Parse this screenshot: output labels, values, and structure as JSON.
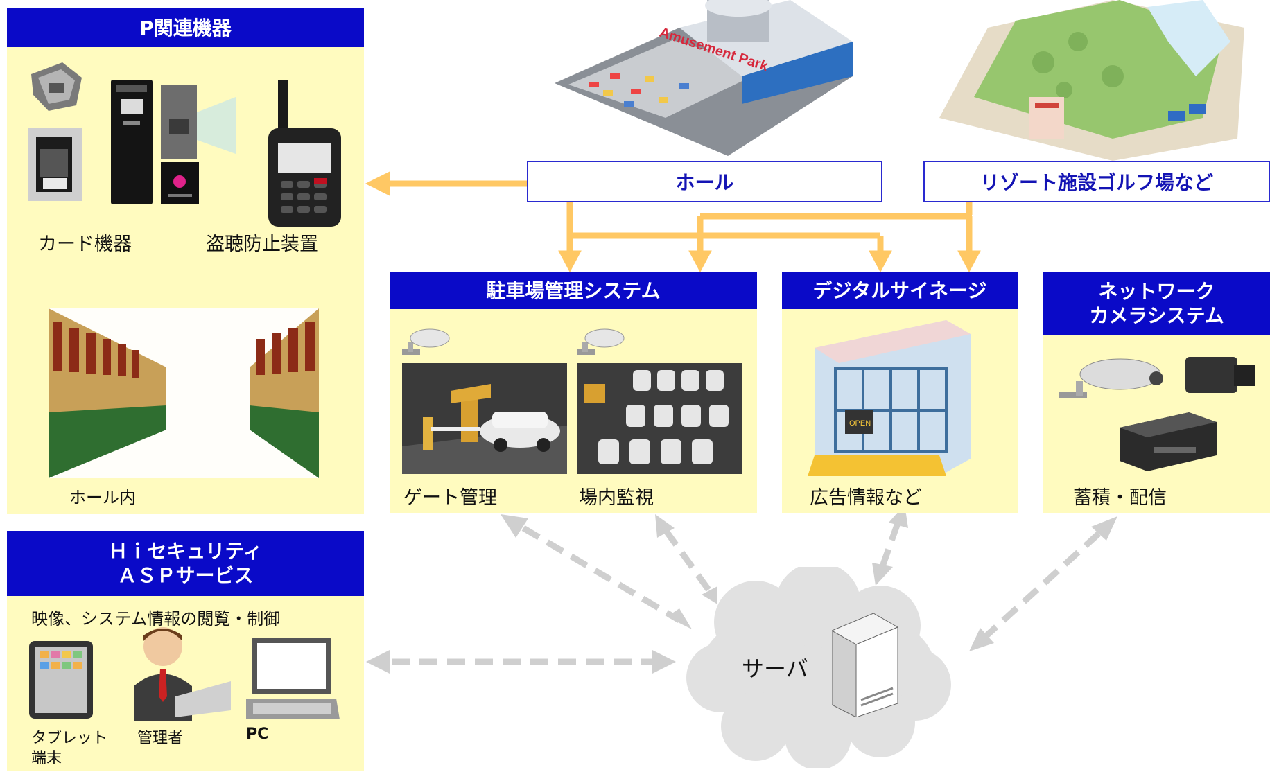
{
  "p_kiki": {
    "title": "P関連機器",
    "card_label": "カード機器",
    "anti_tap_label": "盗聴防止装置",
    "hall_inside_label": "ホール内"
  },
  "asp": {
    "title_line1": "Ｈｉセキュリティ",
    "title_line2": "ＡＳＰサービス",
    "subtitle": "映像、システム情報の閲覧・制御",
    "tablet_label_line1": "タブレット",
    "tablet_label_line2": "端末",
    "admin_label": "管理者",
    "pc_label": "PC"
  },
  "hall_box": "ホール",
  "resort_box": "リゾート施設ゴルフ場など",
  "amusement_sign": "Amusement Park",
  "parking": {
    "title": "駐車場管理システム",
    "gate_label": "ゲート管理",
    "monitor_label": "場内監視"
  },
  "signage": {
    "title": "デジタルサイネージ",
    "caption": "広告情報など",
    "open_sign": "OPEN"
  },
  "camera": {
    "title_line1": "ネットワーク",
    "title_line2": "カメラシステム",
    "caption": "蓄積・配信"
  },
  "server_label": "サーバ",
  "colors": {
    "header_blue": "#0a0ac8",
    "panel_yellow": "#fffbbf",
    "arrow_orange": "#ffc864",
    "dashed_gray": "#cfcfcf"
  }
}
